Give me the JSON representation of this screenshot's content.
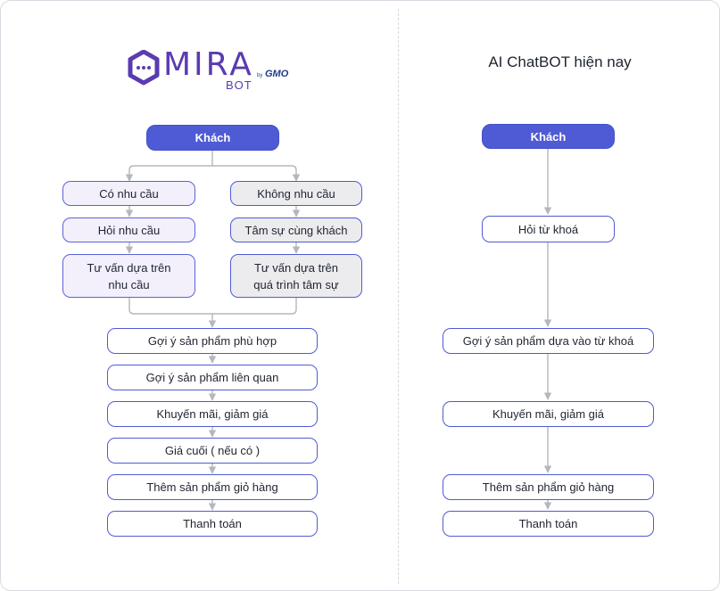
{
  "brand": {
    "logo_word": "MIRA",
    "logo_sub": "BOT",
    "logo_by": "by",
    "logo_partner": "GMO",
    "color_purple": "#5b3bb0",
    "color_partner": "#1e3c8c"
  },
  "colors": {
    "accent": "#4f5bd5",
    "lavender_fill": "#f3f0fc",
    "gray_fill": "#ececee",
    "connector": "#b5b7bd"
  },
  "left": {
    "start": "Khách",
    "branch_need": [
      "Có nhu cầu",
      "Hỏi nhu cầu",
      "Tư vấn dựa trên nhu cầu"
    ],
    "branch_no_need": [
      "Không nhu cầu",
      "Tâm sự cùng khách",
      "Tư vấn dựa trên quá trình tâm sự"
    ],
    "steps": [
      "Gợi ý sản phẩm phù hợp",
      "Gợi ý sản phẩm liên quan",
      "Khuyến mãi, giảm giá",
      "Giá cuối ( nếu có )",
      "Thêm sản phẩm giỏ hàng",
      "Thanh toán"
    ]
  },
  "right": {
    "title": "AI ChatBOT hiện nay",
    "start": "Khách",
    "steps": [
      "Hỏi từ khoá",
      "Gợi ý sản phẩm dựa vào từ khoá",
      "Khuyến mãi, giảm giá",
      "Thêm sản phẩm giỏ hàng",
      "Thanh toán"
    ]
  }
}
